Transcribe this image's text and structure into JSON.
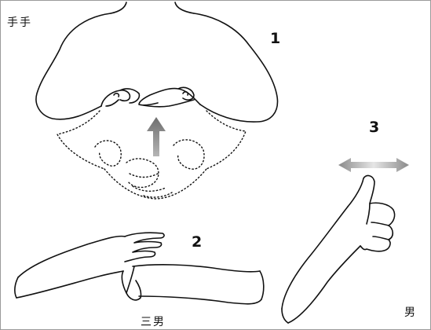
{
  "labels": {
    "top_left": "手手",
    "step1": "1",
    "step2": "2",
    "step3": "3",
    "bottom_caption": "三男",
    "bottom_right": "男"
  },
  "colors": {
    "line": "#111111",
    "arrow_gray": "#9a9a9a",
    "border": "#9a9a9a"
  }
}
